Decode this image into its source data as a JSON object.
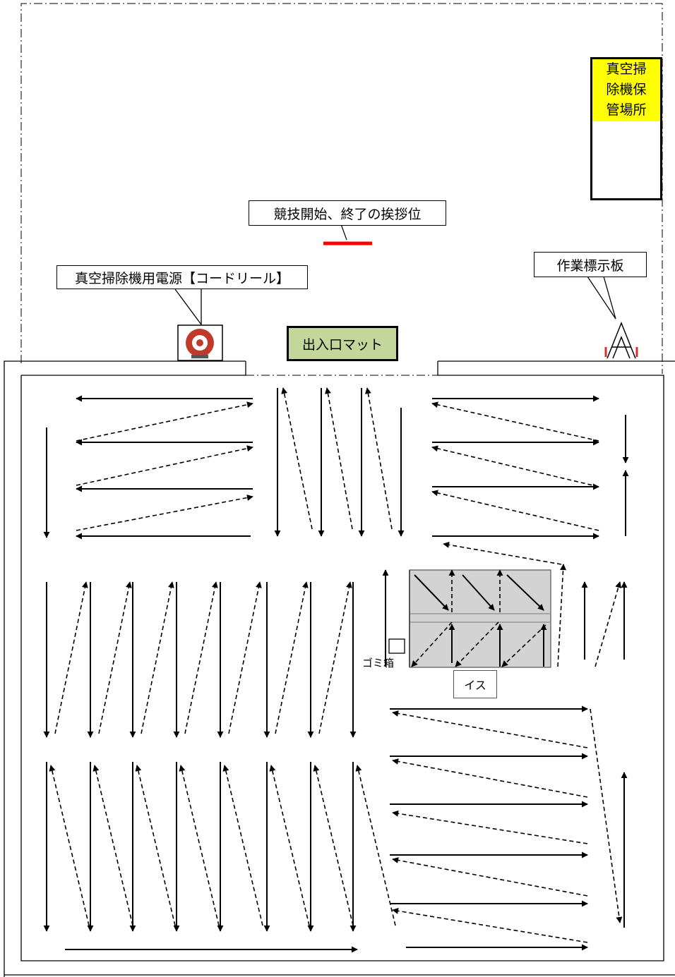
{
  "labels": {
    "vacuum_storage": [
      "真空掃",
      "除機保",
      "管場所"
    ],
    "greeting_position": "競技開始、終了の挨拶位",
    "cord_reel": "真空掃除機用電源【コードリール】",
    "sign_board": "作業標示板",
    "entrance_mat": "出入口マット",
    "trash_box": "ゴミ箱",
    "chair": "イス"
  },
  "colors": {
    "vacuum_label_bg": "#ffff00",
    "mat_bg": "#c4d79b",
    "greeting_marker": "#ff0000",
    "table_fill": "#d3d3d3",
    "reel_red": "#c0392b"
  }
}
